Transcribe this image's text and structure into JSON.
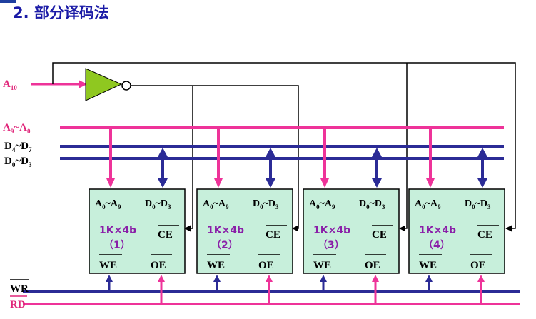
{
  "title": "2. 部分译码法",
  "signals": {
    "a10": {
      "base": "A",
      "sub": "10"
    },
    "addr": {
      "base1": "A",
      "sub1": "9",
      "sep": "~",
      "base2": "A",
      "sub2": "0"
    },
    "data_hi": {
      "base1": "D",
      "sub1": "4",
      "sep": "~",
      "base2": "D",
      "sub2": "7"
    },
    "data_lo": {
      "base1": "D",
      "sub1": "0",
      "sep": "~",
      "base2": "D",
      "sub2": "3"
    },
    "wr": "WR",
    "rd": "RD"
  },
  "chips": [
    {
      "id": "1",
      "addr": {
        "b1": "A",
        "s1": "0",
        "sep": "~",
        "b2": "A",
        "s2": "9"
      },
      "data": {
        "b1": "D",
        "s1": "0",
        "sep": "~",
        "b2": "D",
        "s2": "3"
      },
      "size": "1K×4b",
      "num": "（1）",
      "ce": "CE",
      "we": "WE",
      "oe": "OE"
    },
    {
      "id": "2",
      "addr": {
        "b1": "A",
        "s1": "0",
        "sep": "~",
        "b2": "A",
        "s2": "9"
      },
      "data": {
        "b1": "D",
        "s1": "0",
        "sep": "~",
        "b2": "D",
        "s2": "3"
      },
      "size": "1K×4b",
      "num": "（2）",
      "ce": "CE",
      "we": "WE",
      "oe": "OE"
    },
    {
      "id": "3",
      "addr": {
        "b1": "A",
        "s1": "0",
        "sep": "~",
        "b2": "A",
        "s2": "9"
      },
      "data": {
        "b1": "D",
        "s1": "0",
        "sep": "~",
        "b2": "D",
        "s2": "3"
      },
      "size": "1K×4b",
      "num": "（3）",
      "ce": "CE",
      "we": "WE",
      "oe": "OE"
    },
    {
      "id": "4",
      "addr": {
        "b1": "A",
        "s1": "0",
        "sep": "~",
        "b2": "A",
        "s2": "9"
      },
      "data": {
        "b1": "D",
        "s1": "0",
        "sep": "~",
        "b2": "D",
        "s2": "3"
      },
      "size": "1K×4b",
      "num": "（4）",
      "ce": "CE",
      "we": "WE",
      "oe": "OE"
    }
  ],
  "colors": {
    "address_bus": "#ee3399",
    "data_bus": "#2b2b96",
    "chip_fill": "#c7efdb",
    "inverter_fill": "#8fc820",
    "wire": "#000000",
    "chip_text": "#8a1fa8",
    "signal_label": "#e0267a"
  }
}
